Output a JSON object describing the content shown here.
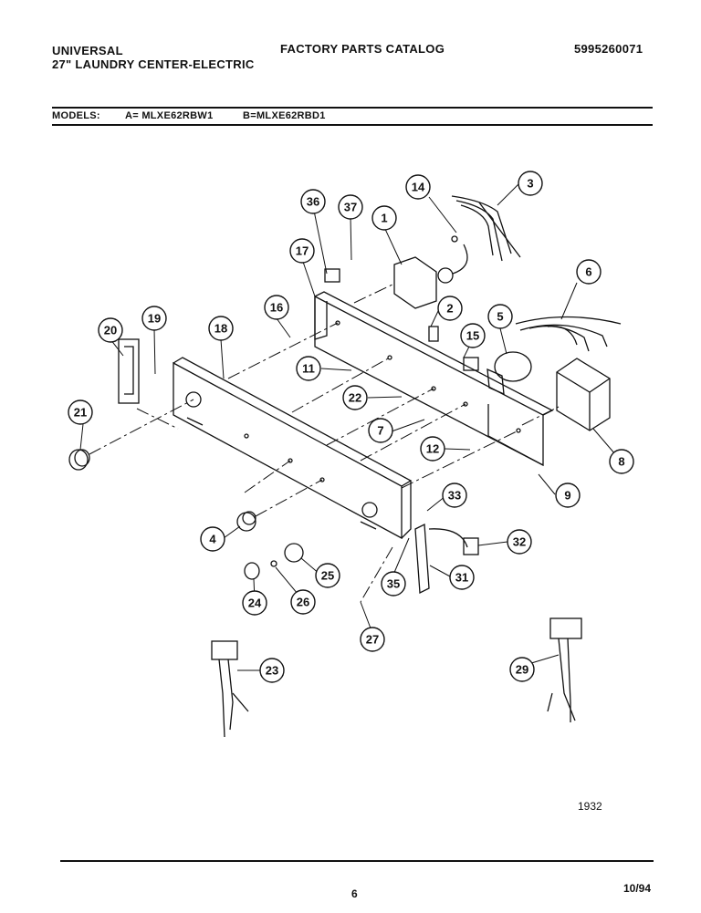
{
  "header": {
    "brand": "UNIVERSAL",
    "product": "27\" LAUNDRY CENTER-ELECTRIC",
    "catalog_title": "FACTORY PARTS CATALOG",
    "catalog_number": "5995260071"
  },
  "models": {
    "label": "MODELS:",
    "model_a": "A= MLXE62RBW1",
    "model_b": "B=MLXE62RBD1"
  },
  "callouts": [
    "1",
    "2",
    "3",
    "5",
    "6",
    "7",
    "8",
    "9",
    "11",
    "12",
    "14",
    "15",
    "16",
    "17",
    "18",
    "19",
    "20",
    "21",
    "22",
    "4",
    "23",
    "24",
    "25",
    "26",
    "27",
    "29",
    "31",
    "32",
    "33",
    "35",
    "36",
    "37"
  ],
  "diagram": {
    "figure_number": "1932"
  },
  "footer": {
    "page_number": "6",
    "date": "10/94"
  }
}
